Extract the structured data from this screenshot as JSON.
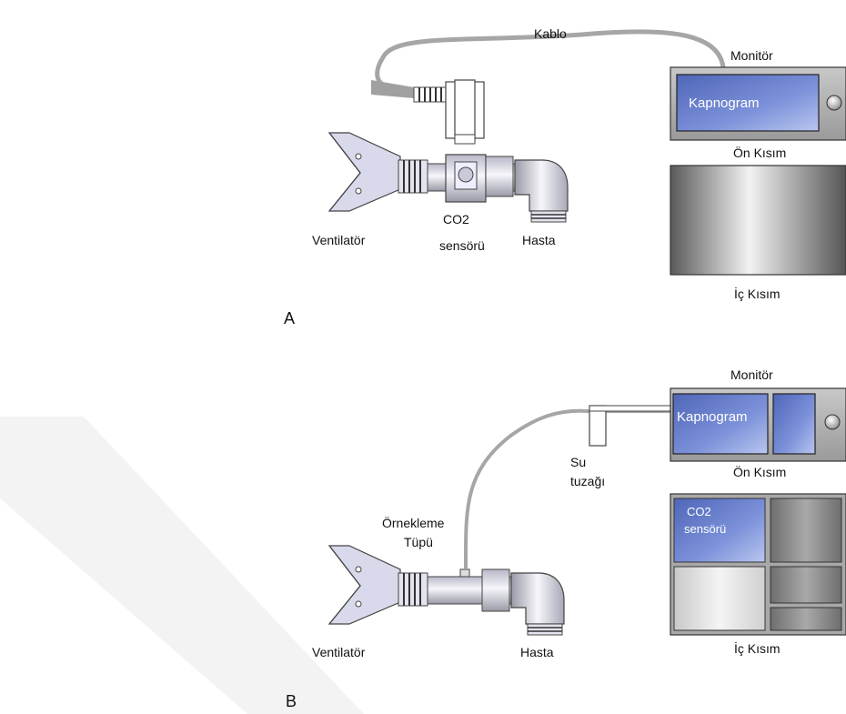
{
  "colors": {
    "screen_blue": "#5f78c8",
    "tube_gray": "#a6a6a6",
    "panel_gray": "#9a9a9a",
    "watermark": "#f1f1f1"
  },
  "panel_a": {
    "letter": "A",
    "cable_label": "Kablo",
    "monitor_label": "Monitör",
    "screen_label": "Kapnogram",
    "front_label": "Ön Kısım",
    "inner_label": "İç Kısım",
    "ventilator_label": "Ventilatör",
    "sensor_label_line1": "CO2",
    "sensor_label_line2": "sensörü",
    "patient_label": "Hasta"
  },
  "panel_b": {
    "letter": "B",
    "monitor_label": "Monitör",
    "screen_label": "Kapnogram",
    "front_label": "Ön Kısım",
    "inner_label": "İç Kısım",
    "water_trap_line1": "Su",
    "water_trap_line2": "tuzağı",
    "sampling_line1": "Örnekleme",
    "sampling_line2": "Tüpü",
    "internal_sensor_line1": "CO2",
    "internal_sensor_line2": "sensörü",
    "ventilator_label": "Ventilatör",
    "patient_label": "Hasta"
  }
}
